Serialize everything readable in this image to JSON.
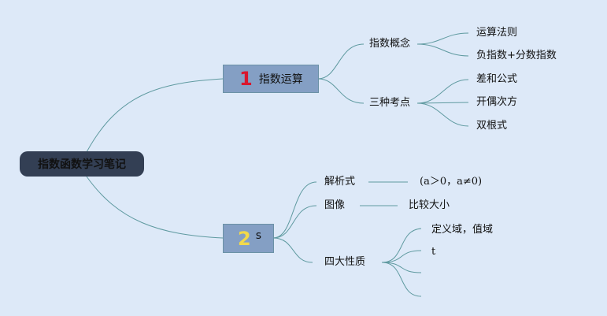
{
  "root": {
    "label": "指数函数学习笔记"
  },
  "topics": [
    {
      "number": "1",
      "number_color": "#d8172f",
      "label": "指数运算",
      "subtopics": [
        {
          "label": "指数概念",
          "children": [
            "运算法则",
            "负指数+分数指数"
          ]
        },
        {
          "label": "三种考点",
          "children": [
            "差和公式",
            "开偶次方",
            "双根式"
          ]
        }
      ]
    },
    {
      "number": "2",
      "number_color": "#f2d94a",
      "label": "s",
      "subtopics": [
        {
          "label": "解析式",
          "note": "(a＞0，a≠0)"
        },
        {
          "label": "图像",
          "note": "比较大小"
        },
        {
          "label": "四大性质",
          "children": [
            "定义域，值域",
            "t",
            "",
            ""
          ]
        }
      ]
    }
  ],
  "colors": {
    "background": "#dde9f8",
    "line": "#5f9aa0",
    "topic_fill": "#849fc4",
    "root_fill": "#333f54"
  }
}
